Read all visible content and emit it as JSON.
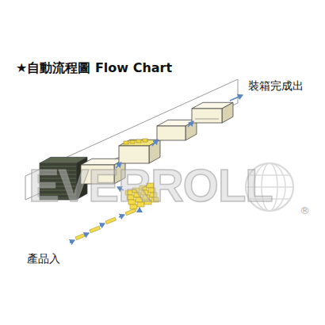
{
  "diagram": {
    "title": "★自動流程圖 Flow Chart",
    "labels": [
      "裝箱完成出",
      "產品入",
      "EVERROLL",
      "®"
    ]
  }
}
